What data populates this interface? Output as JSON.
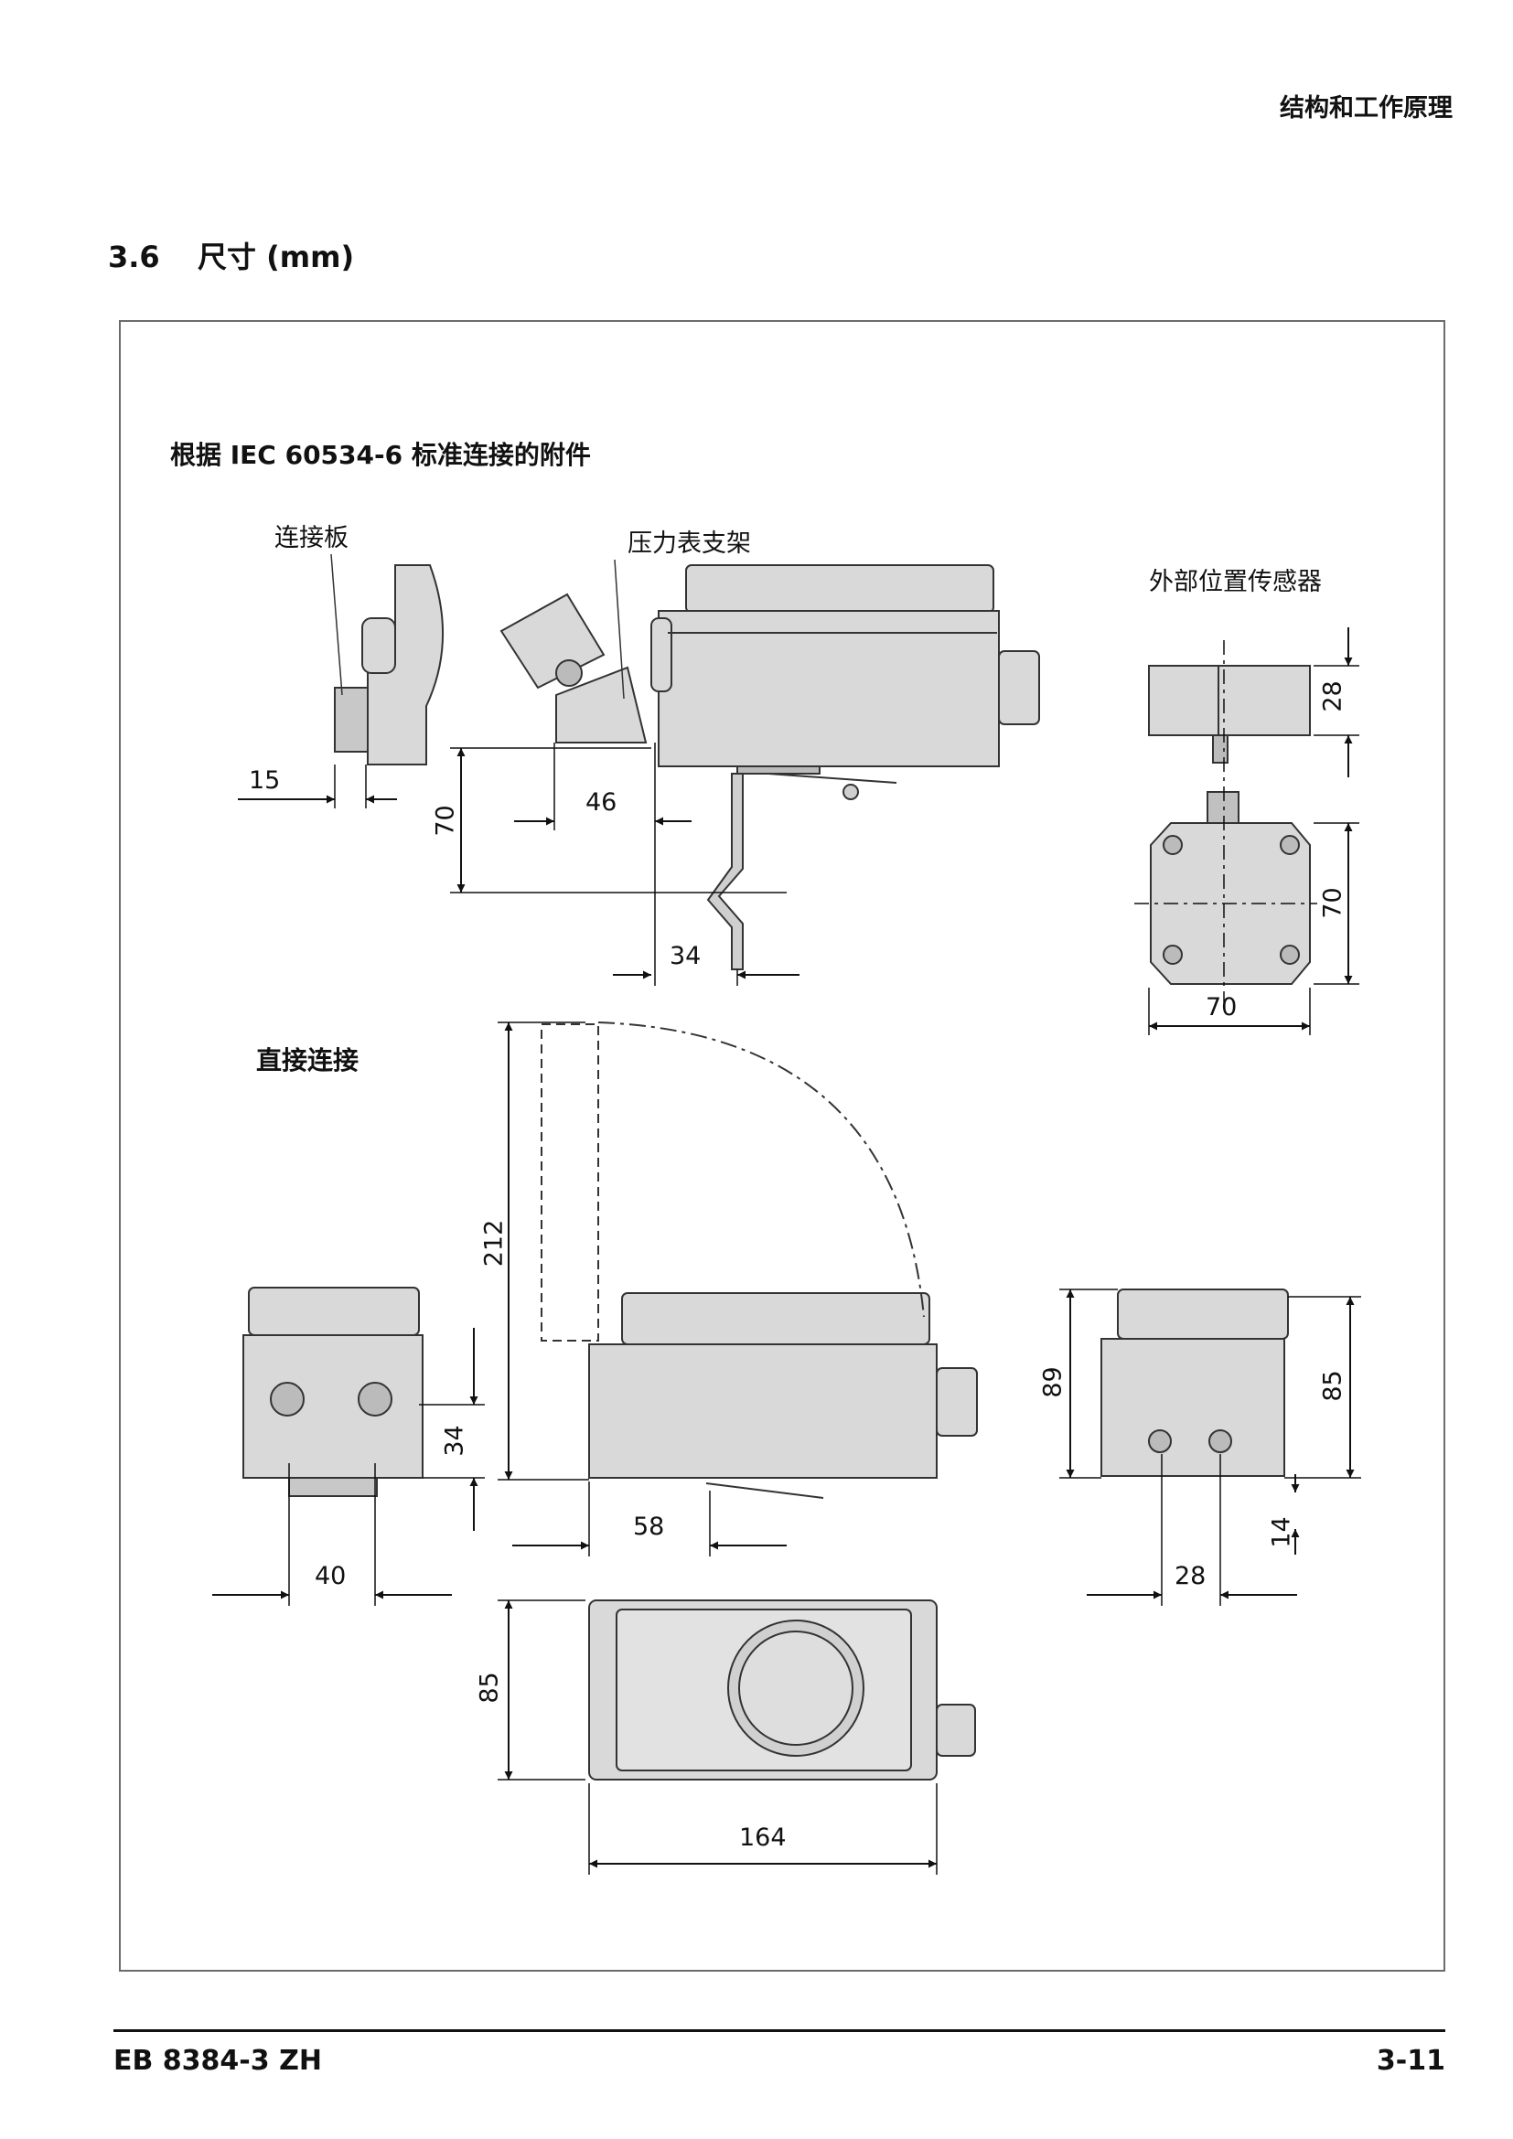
{
  "header": {
    "chapter": "结构和工作原理"
  },
  "section": {
    "number": "3.6",
    "title": "尺寸 (mm)"
  },
  "figure": {
    "caption_accessories": "根据 IEC 60534-6 标准连接的附件",
    "caption_direct": "直接连接",
    "labels": {
      "connecting_plate": "连接板",
      "gauge_bracket": "压力表支架",
      "external_sensor": "外部位置传感器"
    },
    "dims": {
      "d15": "15",
      "d46": "46",
      "d70_left": "70",
      "d34_bracket": "34",
      "d28_sensor": "28",
      "d70_sensor_v": "70",
      "d70_sensor_h": "70",
      "d212": "212",
      "d34_front": "34",
      "d40": "40",
      "d58": "58",
      "d89": "89",
      "d85_side": "85",
      "d14": "14",
      "d28_side": "28",
      "d85_top": "85",
      "d164": "164"
    }
  },
  "footer": {
    "doc_id": "EB 8384-3 ZH",
    "page": "3-11"
  }
}
